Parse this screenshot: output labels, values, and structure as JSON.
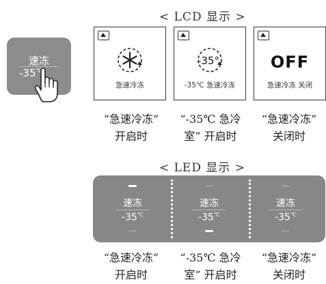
{
  "button": {
    "label_line1": "速冻",
    "label_line2": "-35",
    "unit": "℃"
  },
  "lcd": {
    "title": "< LCD 显示 >",
    "panels": [
      {
        "icon": "snowflake-cycle-icon",
        "caption": "急速冷冻"
      },
      {
        "icon_text": "-35°",
        "caption": "-35℃ 急速冷冻"
      },
      {
        "status": "OFF",
        "caption": "急速冷冻 关闭"
      }
    ],
    "descriptions": [
      {
        "line1": "“急速冷冻”",
        "line2": "开启时"
      },
      {
        "line1": "“-35℃ 急冷",
        "line2": "室” 开启时"
      },
      {
        "line1": "“急速冷冻”",
        "line2": "关闭时"
      }
    ]
  },
  "led": {
    "title": "< LED 显示 >",
    "cells": [
      {
        "label": "速冻",
        "value": "-35",
        "unit": "℃",
        "top_on": true,
        "bottom_on": false
      },
      {
        "label": "速冻",
        "value": "-35",
        "unit": "℃",
        "top_on": false,
        "bottom_on": true
      },
      {
        "label": "速冻",
        "value": "-35",
        "unit": "℃",
        "top_on": false,
        "bottom_on": false
      }
    ],
    "descriptions": [
      {
        "line1": "“急速冷冻”",
        "line2": "开启时"
      },
      {
        "line1": "“-35℃ 急冷",
        "line2": "室” 开启时"
      },
      {
        "line1": "“急速冷冻”",
        "line2": "关闭时"
      }
    ]
  }
}
